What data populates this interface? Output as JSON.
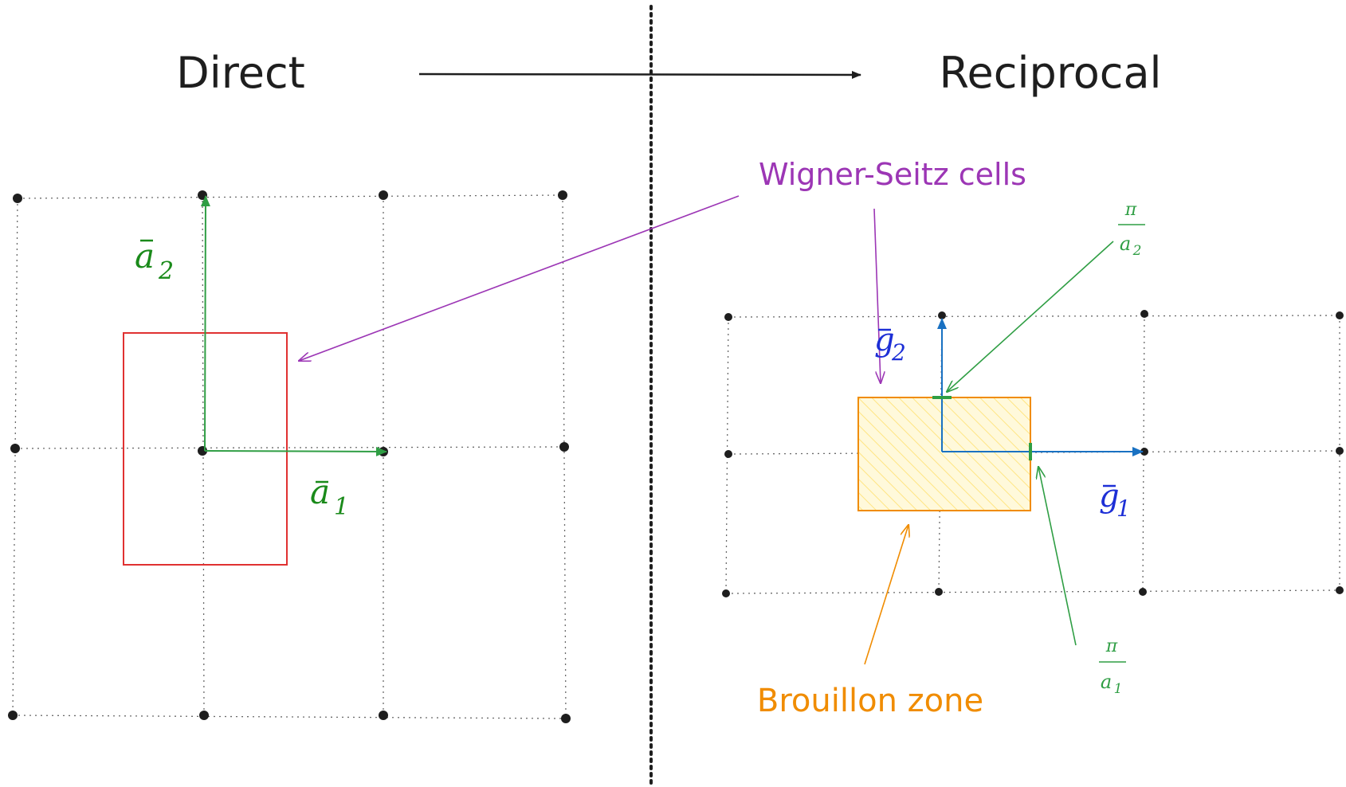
{
  "titles": {
    "direct": "Direct",
    "reciprocal": "Reciprocal"
  },
  "labels": {
    "wigner_seitz": "Wigner-Seitz cells",
    "brillouin": "Brouillon zone"
  },
  "vectors": {
    "a1": {
      "base": "a",
      "sub": "1"
    },
    "a2": {
      "base": "a",
      "sub": "2"
    },
    "g1": {
      "base": "g",
      "sub": "1"
    },
    "g2": {
      "base": "g",
      "sub": "2"
    }
  },
  "fractions": {
    "pi_over_a2": {
      "num": "π",
      "den_base": "a",
      "den_sub": "2"
    },
    "pi_over_a1": {
      "num": "π",
      "den_base": "a",
      "den_sub": "1"
    }
  },
  "colors": {
    "ink": "#1e1e1e",
    "vector_green": "#2f9e44",
    "label_green": "#1a8a1a",
    "purple": "#9c36b5",
    "blue": "#1971c2",
    "label_blue": "#1d2fd6",
    "orange": "#f08c00",
    "red": "#e03131",
    "hatch": "#ffd43b"
  }
}
